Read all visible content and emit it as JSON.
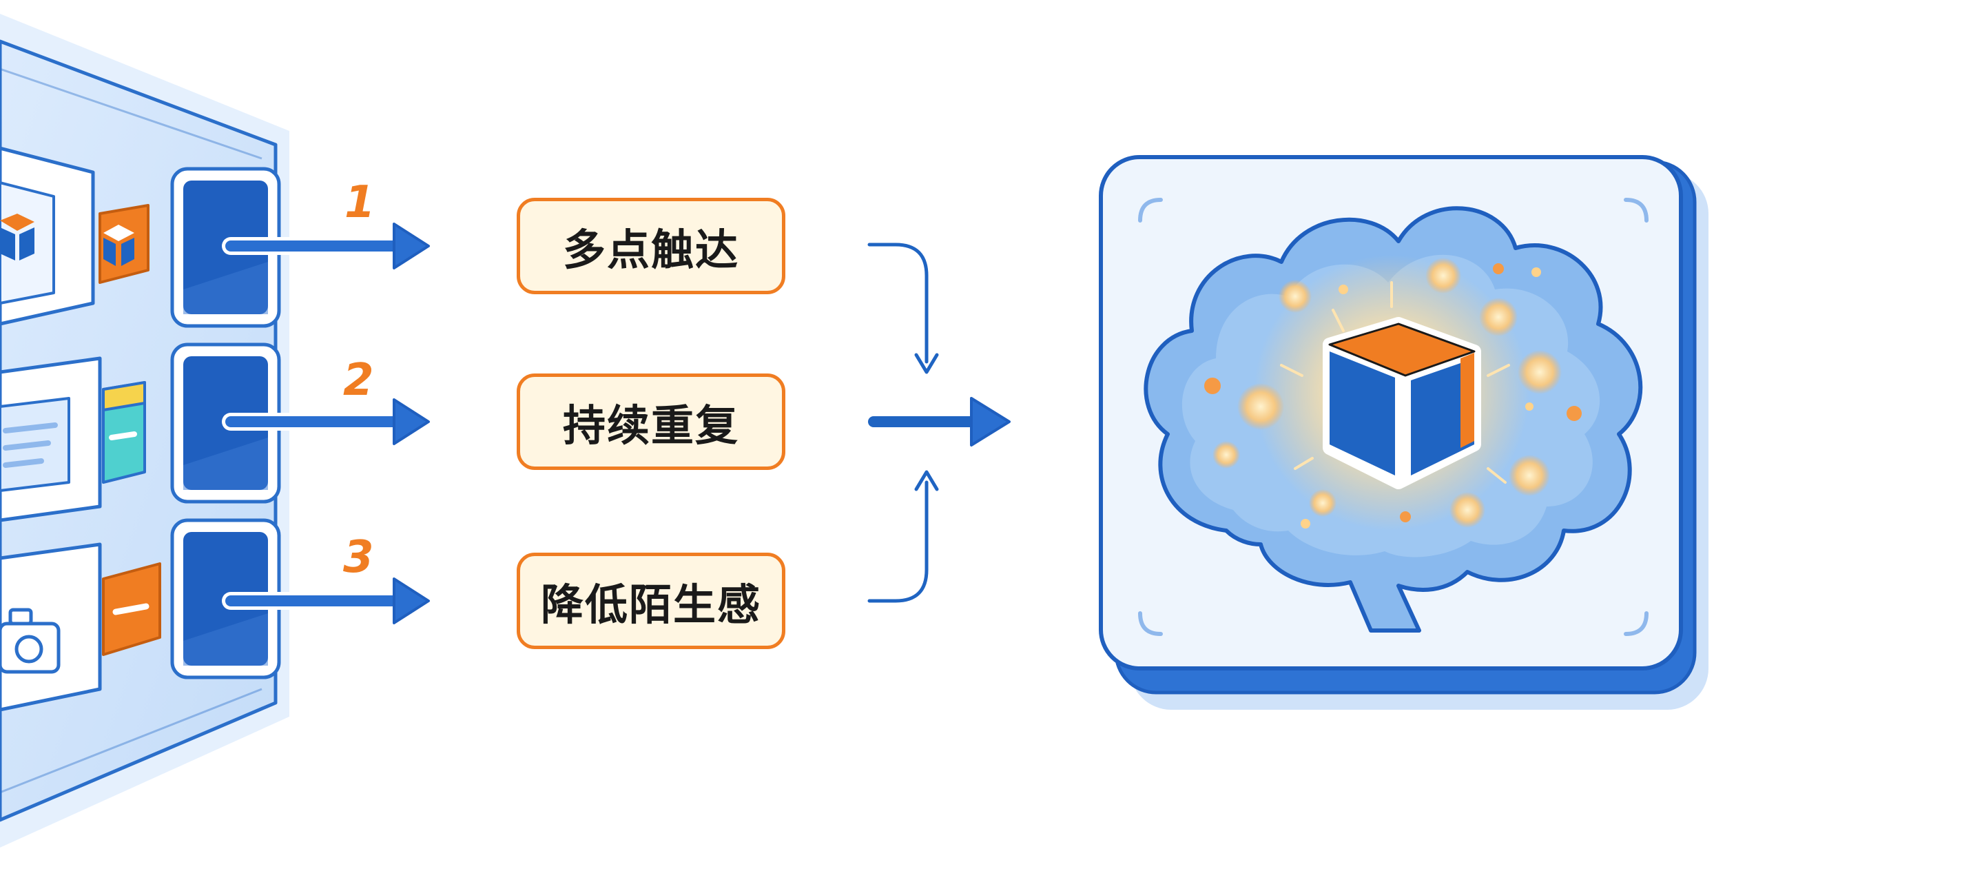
{
  "steps": [
    {
      "number": "1",
      "label": "多点触达"
    },
    {
      "number": "2",
      "label": "持续重复"
    },
    {
      "number": "3",
      "label": "降低陌生感"
    }
  ],
  "colors": {
    "primary_blue": "#1f64c2",
    "light_blue": "#a9cdf5",
    "accent_orange": "#f07d22",
    "label_fill": "#fff6e2"
  }
}
